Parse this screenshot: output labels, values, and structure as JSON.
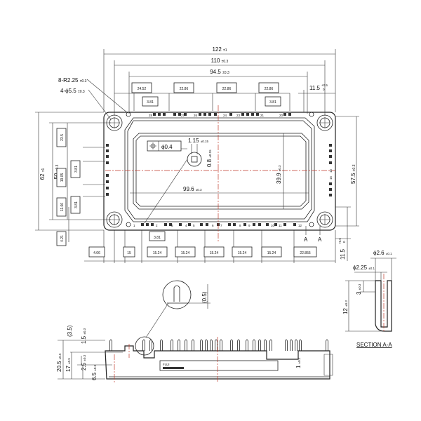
{
  "top_view": {
    "dim_overall": "122",
    "tol_overall": "±1",
    "dim_holes": "110",
    "tol_holes": "±0.3",
    "dim_pins": "94.5",
    "tol_pins": "±0.3",
    "top_pitch": [
      "24.52",
      "22.86",
      "22.86",
      "22.86"
    ],
    "top_small": [
      "3.81",
      "3.81"
    ],
    "dim_right": "11.5",
    "tol_right_plus": "+0.5",
    "tol_right_minus": "0",
    "radius_note": "8-R2.25",
    "radius_tol": "±0.3",
    "hole_note": "4-ϕ5.5",
    "hole_tol": "±0.3",
    "height_overall": "62",
    "height_overall_tol": "±1",
    "height_holes": "50",
    "height_holes_tol": "±0.3",
    "left_boxes": [
      "23.5",
      "19.05",
      "11.66",
      "3.81",
      "3.81",
      "4.21"
    ],
    "position_tol": "ϕ0.4",
    "pin_width": "1.15",
    "pin_width_tol": "±0.15",
    "pin_thick": "0.8",
    "pin_thick_tol": "±0.15",
    "window_h": "39.9",
    "window_h_tol": "±0.3",
    "window_w": "99.6",
    "window_w_tol": "±0.3",
    "frame_h": "57.5",
    "frame_h_tol": "±0.3",
    "bottom_small": "3.81",
    "bottom_pitch": [
      "4.06",
      "15",
      "15.24",
      "15.24",
      "15.24",
      "15.24",
      "15.24",
      "22.855"
    ],
    "section_marks": [
      "A",
      "A"
    ],
    "dim_bottom_right": "11.5",
    "tol_br_plus": "+0.5",
    "tol_br_minus": "0",
    "top_pin_numbers": [
      "28",
      "27",
      "26",
      "24",
      "23",
      "21",
      "20"
    ],
    "bottom_pin_numbers": [
      "1",
      "2",
      "3",
      "4",
      "5",
      "6",
      "7",
      "8",
      "9",
      "10",
      "11",
      "12"
    ],
    "right_pin_numbers": [
      "16",
      "15"
    ]
  },
  "section": {
    "outer_d": "ϕ2.6",
    "outer_d_tol": "±0.1",
    "inner_d": "ϕ2.25",
    "inner_d_tol": "±0.1",
    "depth": "3",
    "depth_tol": "±0.3",
    "length": "12",
    "length_tol": "±0.3",
    "title": "SECTION A-A"
  },
  "side_view": {
    "detail_dim": "(0.5)",
    "dims": [
      {
        "v": "(3.5)",
        "tol": ""
      },
      {
        "v": "1.5",
        "tol": "±0.3"
      },
      {
        "v": "20.5",
        "tol": "±0.5"
      },
      {
        "v": "17",
        "tol": "±0.5"
      },
      {
        "v": "2.5",
        "tol": "±0.3"
      },
      {
        "v": "6.5",
        "tol": "±0.5"
      },
      {
        "v": "1",
        "tol": "±0.2"
      }
    ],
    "label_brand": "FUJI"
  }
}
